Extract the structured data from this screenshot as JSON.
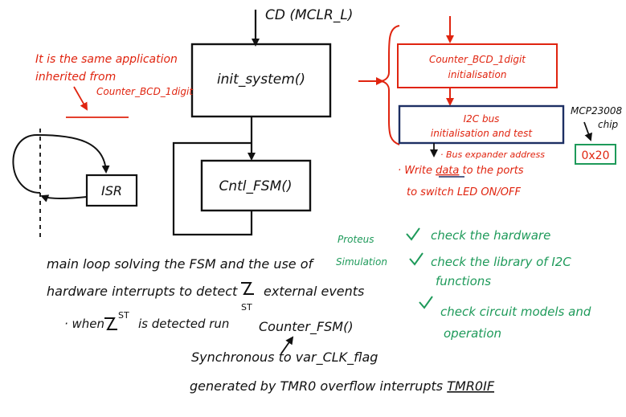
{
  "colors": {
    "ink": "#111111",
    "red": "#e0240f",
    "navy": "#1d2f63",
    "green": "#1e9a5a"
  },
  "top": {
    "input_label": "CD (MCLR_L)"
  },
  "blocks": {
    "init_system": "init_system()",
    "cntl_fsm": "Cntl_FSM()",
    "isr": "ISR"
  },
  "note_left": {
    "lines": [
      "It is the same application",
      "inherited from",
      "Counter_BCD_1digit"
    ]
  },
  "right": {
    "counter_init_lines": [
      "Counter_BCD_1digit",
      "initialisation"
    ],
    "i2c_lines": [
      "I2C bus",
      "initialisation and test"
    ],
    "chip_lines": [
      "MCP23008",
      "chip"
    ],
    "bus_address_label": "· Bus expander address",
    "bus_address_value": "0x20",
    "write_prefix": "· Write ",
    "write_data_word": "data",
    "write_suffix": " to the ports",
    "switch_prefix": "to switch ",
    "switch_led": "LED",
    "switch_suffix": " ON/OFF"
  },
  "proteus": {
    "label_lines": [
      "Proteus",
      "Simulation"
    ],
    "checks": [
      [
        "check the hardware"
      ],
      [
        "check the library of I2C",
        "functions"
      ],
      [
        "check circuit models and",
        "operation"
      ]
    ]
  },
  "bottom": {
    "line1": "main loop solving the FSM and the use of",
    "line2_prefix": "hardware interrupts to detect",
    "line2_suffix": "external events",
    "st_sup": "ST",
    "when_prefix": "· when",
    "when_suffix": "is detected  run",
    "when_call": "Counter_FSM()",
    "sync_line": "Synchronous to var_CLK_flag",
    "gen_prefix": "generated by TMR0 overflow interrupts ",
    "gen_flag": "TMR0IF"
  }
}
